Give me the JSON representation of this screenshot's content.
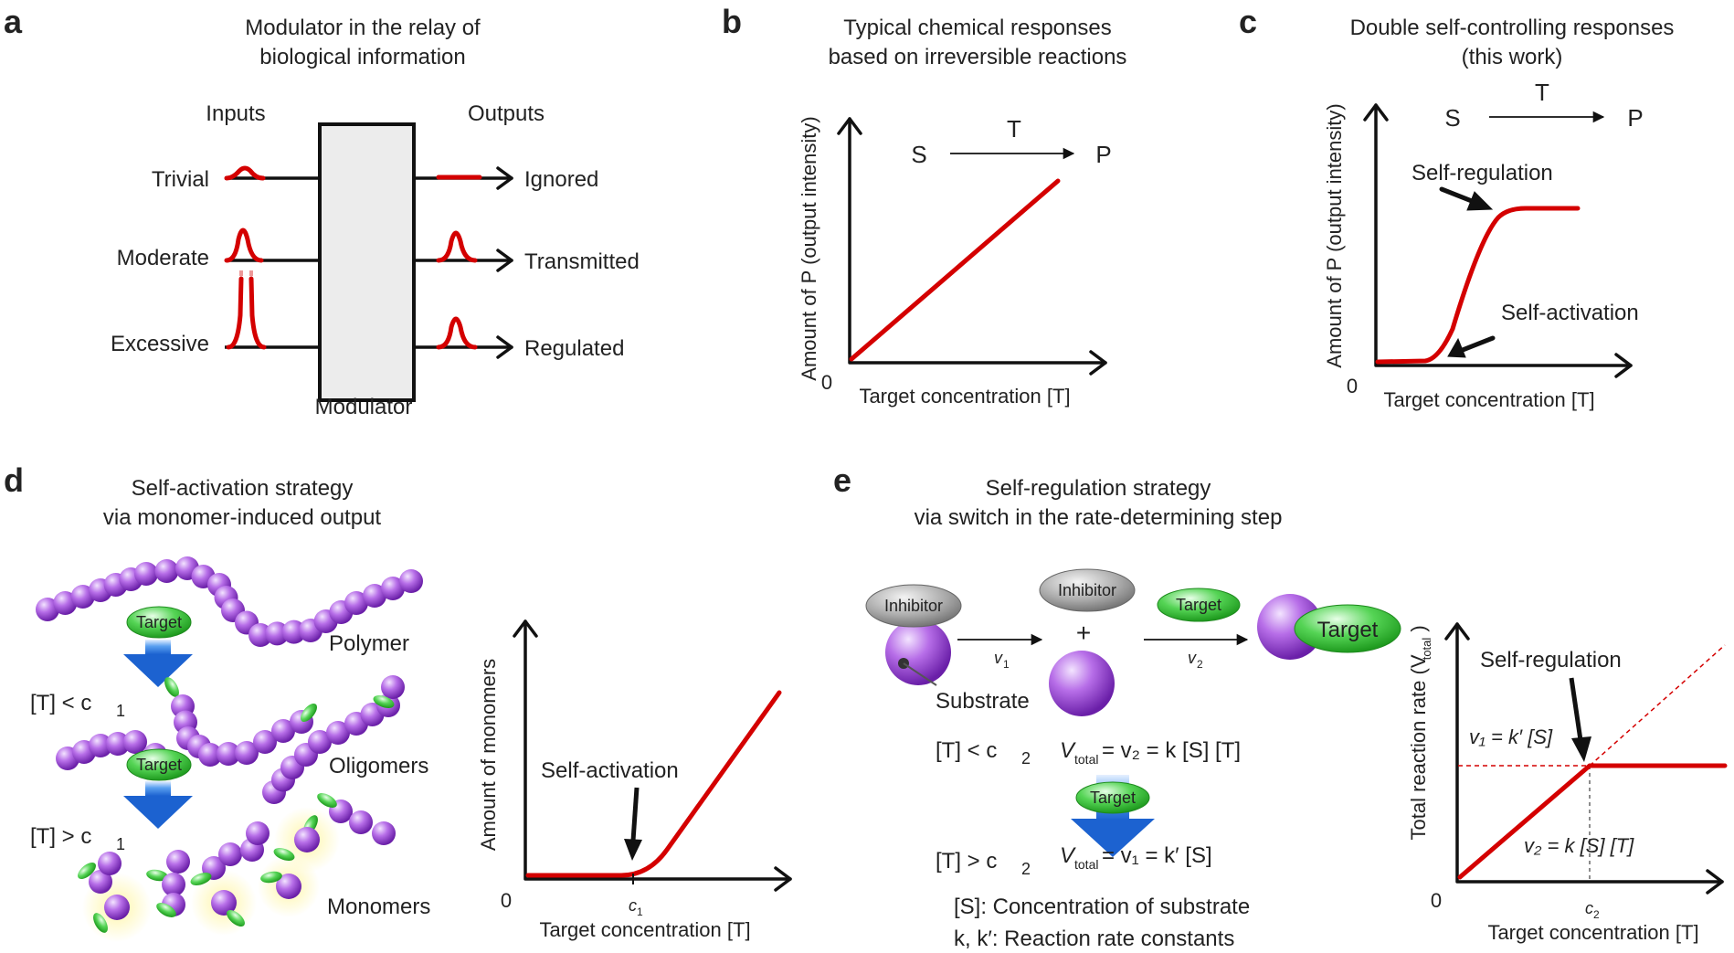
{
  "panel_a": {
    "letter": "a",
    "title": [
      "Modulator in the relay of",
      "biological information"
    ],
    "inputs_header": "Inputs",
    "outputs_header": "Outputs",
    "inputs": [
      "Trivial",
      "Moderate",
      "Excessive"
    ],
    "outputs": [
      "Ignored",
      "Transmitted",
      "Regulated"
    ],
    "box_label": "Modulator"
  },
  "panel_b": {
    "letter": "b",
    "title": [
      "Typical chemical responses",
      "based on irreversible reactions"
    ],
    "reaction": {
      "substrate": "S",
      "catalyst": "T",
      "product": "P"
    },
    "ylabel": "Amount of P (output intensity)",
    "xlabel": "Target concentration [T]",
    "origin": "0"
  },
  "panel_c": {
    "letter": "c",
    "title": [
      "Double self-controlling responses",
      "(this work)"
    ],
    "reaction": {
      "substrate": "S",
      "catalyst": "T",
      "product": "P"
    },
    "ylabel": "Amount of P (output intensity)",
    "xlabel": "Target concentration [T]",
    "origin": "0",
    "annotations": [
      "Self-regulation",
      "Self-activation"
    ]
  },
  "panel_d": {
    "letter": "d",
    "title": [
      "Self-activation strategy",
      "via monomer-induced output"
    ],
    "target_label": "Target",
    "states": [
      "Polymer",
      "Oligomers",
      "Monomers"
    ],
    "cond_low": "[T] < c",
    "cond_high": "[T] > c",
    "sub1": "1",
    "ylabel": "Amount of monomers",
    "xlabel": "Target concentration [T]",
    "origin": "0",
    "tick": "c",
    "annotation": "Self-activation"
  },
  "panel_e": {
    "letter": "e",
    "title": [
      "Self-regulation strategy",
      "via switch in the rate-determining step"
    ],
    "inhibitor_label": "Inhibitor",
    "target_label": "Target",
    "substrate_label": "Substrate",
    "plus": "+",
    "rate1": "v",
    "rate2": "v",
    "sub1": "1",
    "sub2": "2",
    "cond_low": "[T] < c",
    "cond_high": "[T] > c",
    "eq_low": {
      "V": "V",
      "sub": "total",
      "rest": " = v₂ = k [S] [T]"
    },
    "eq_high": {
      "V": "V",
      "sub": "total",
      "rest": " = v₁ = k′ [S]"
    },
    "legend_s": "[S]: Concentration of substrate",
    "legend_k": "k, k′: Reaction rate constants",
    "ylabel": "Total reaction rate (V",
    "ylabel_sub": "total",
    "xlabel": "Target concentration [T]",
    "origin": "0",
    "tick": "c",
    "annotation": "Self-regulation",
    "plot_v1": "v₁ = k′ [S]",
    "plot_v2": "v₂ = k [S] [T]"
  },
  "colors": {
    "curve": "#d40000",
    "bead": "#a55bd9",
    "target": "#3cc83c",
    "inhibitor": "#9a9a9a",
    "arrow_blue": "#2a7fe0",
    "modulator_box": "#ececec"
  }
}
